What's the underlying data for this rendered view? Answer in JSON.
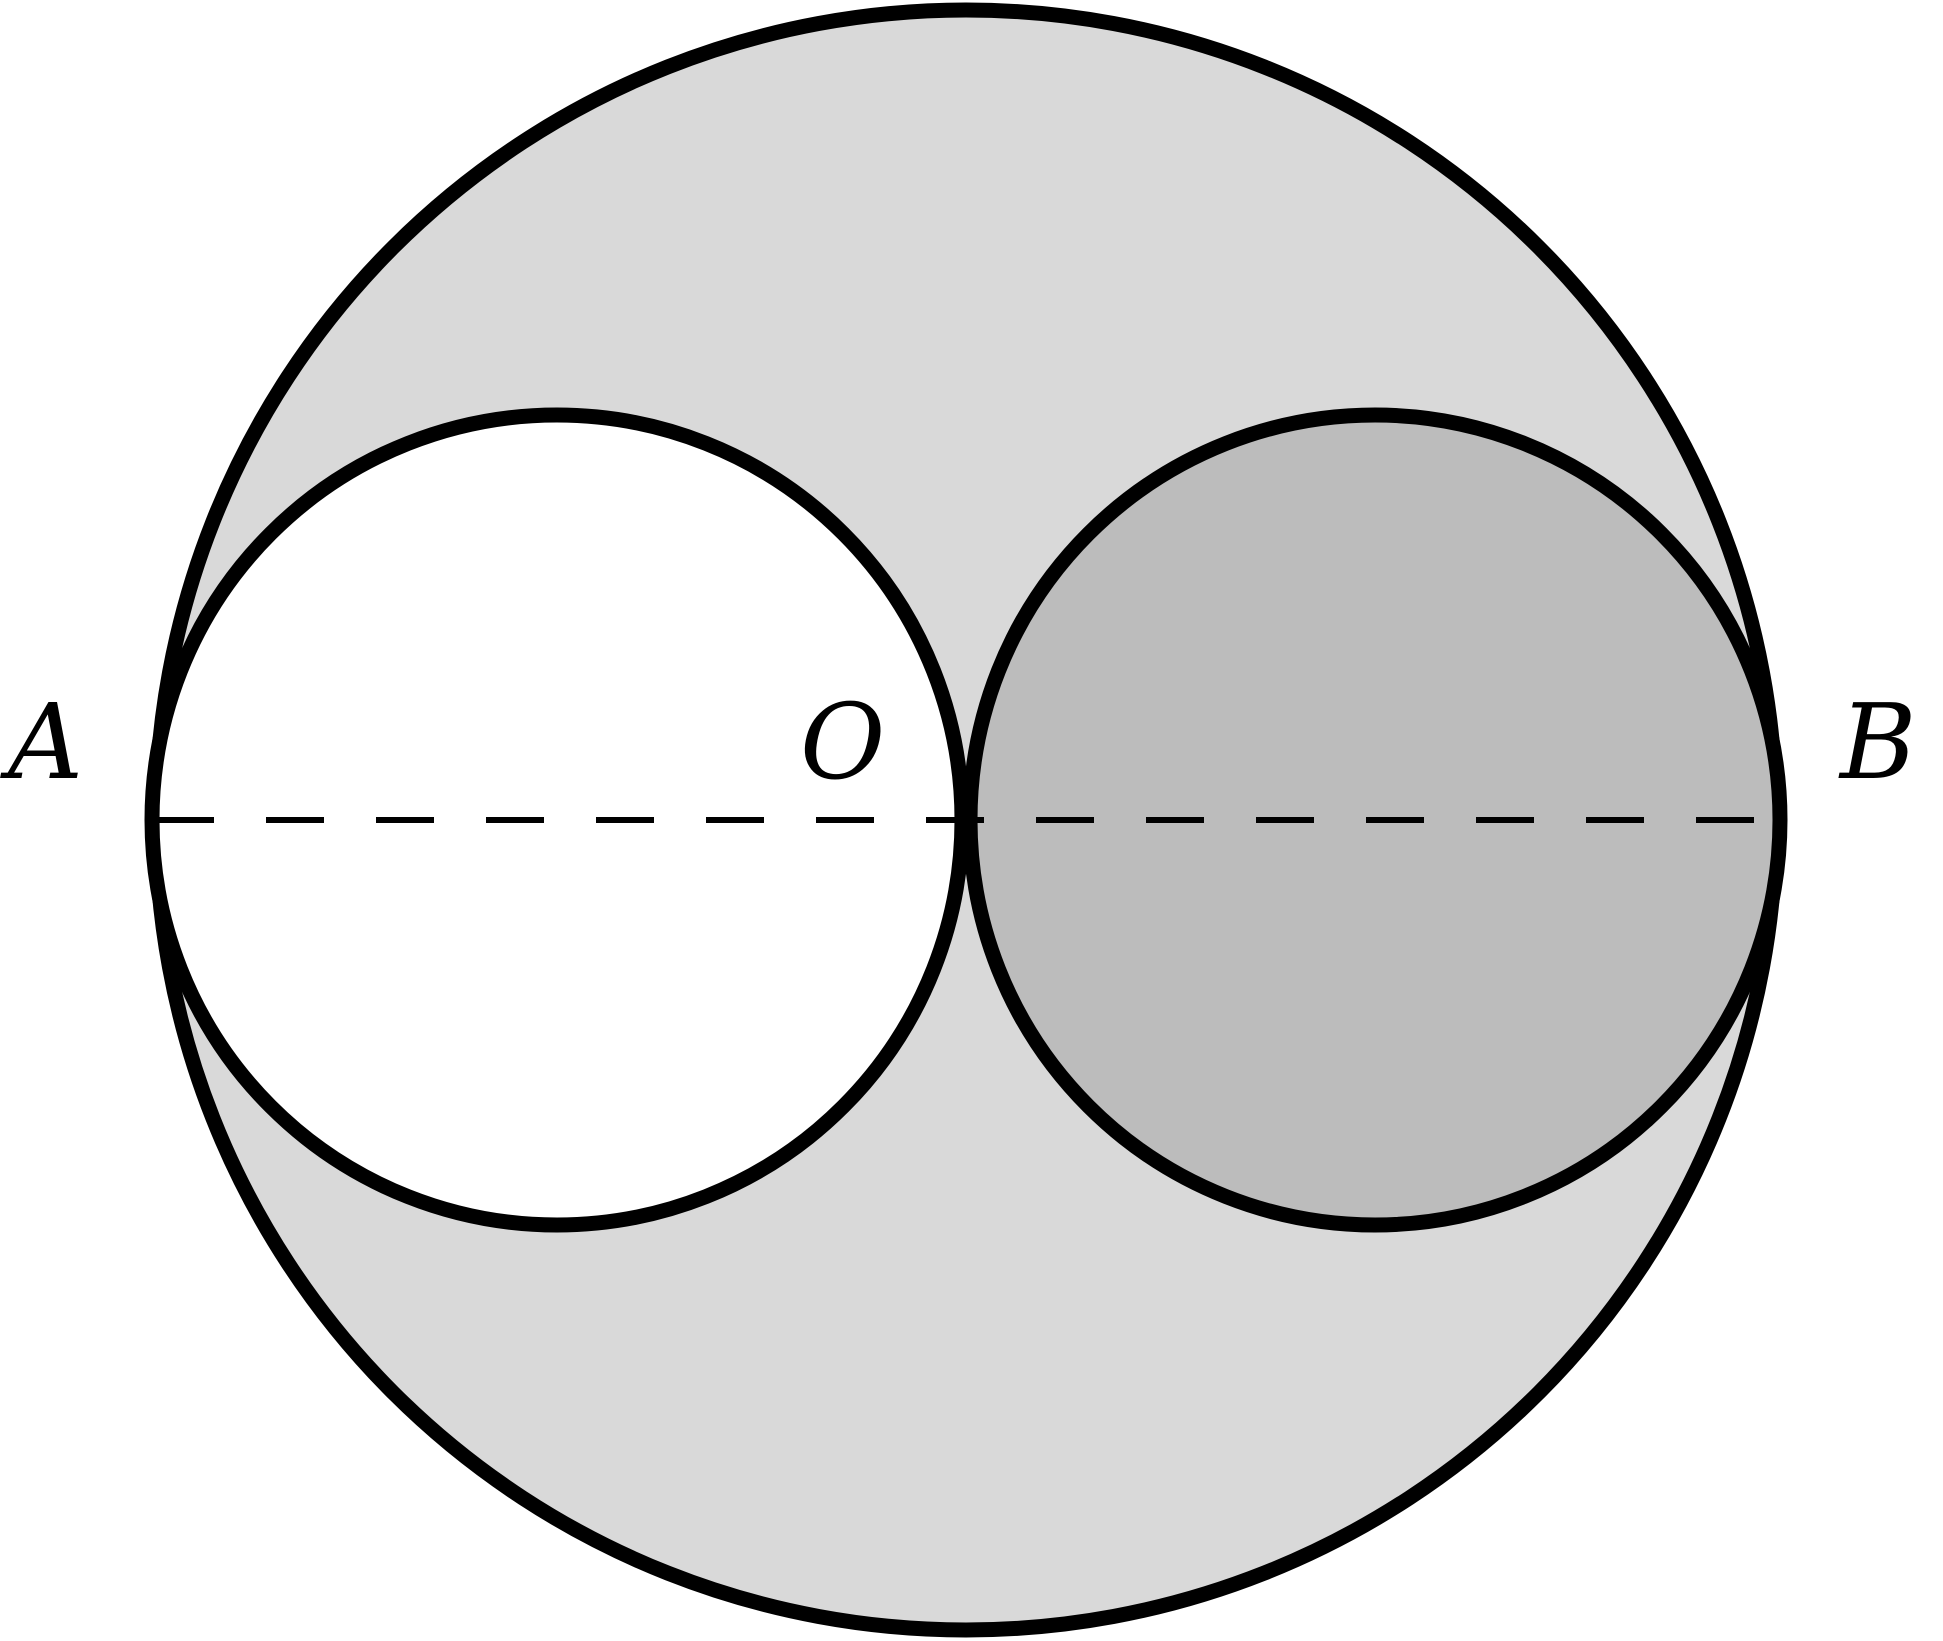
{
  "labels": {
    "a": "A",
    "o": "O",
    "b": "B"
  },
  "colors": {
    "outer_fill": "#d9d9d9",
    "right_fill": "#bcbcbc",
    "left_fill": "#ffffff",
    "stroke": "#000000"
  }
}
